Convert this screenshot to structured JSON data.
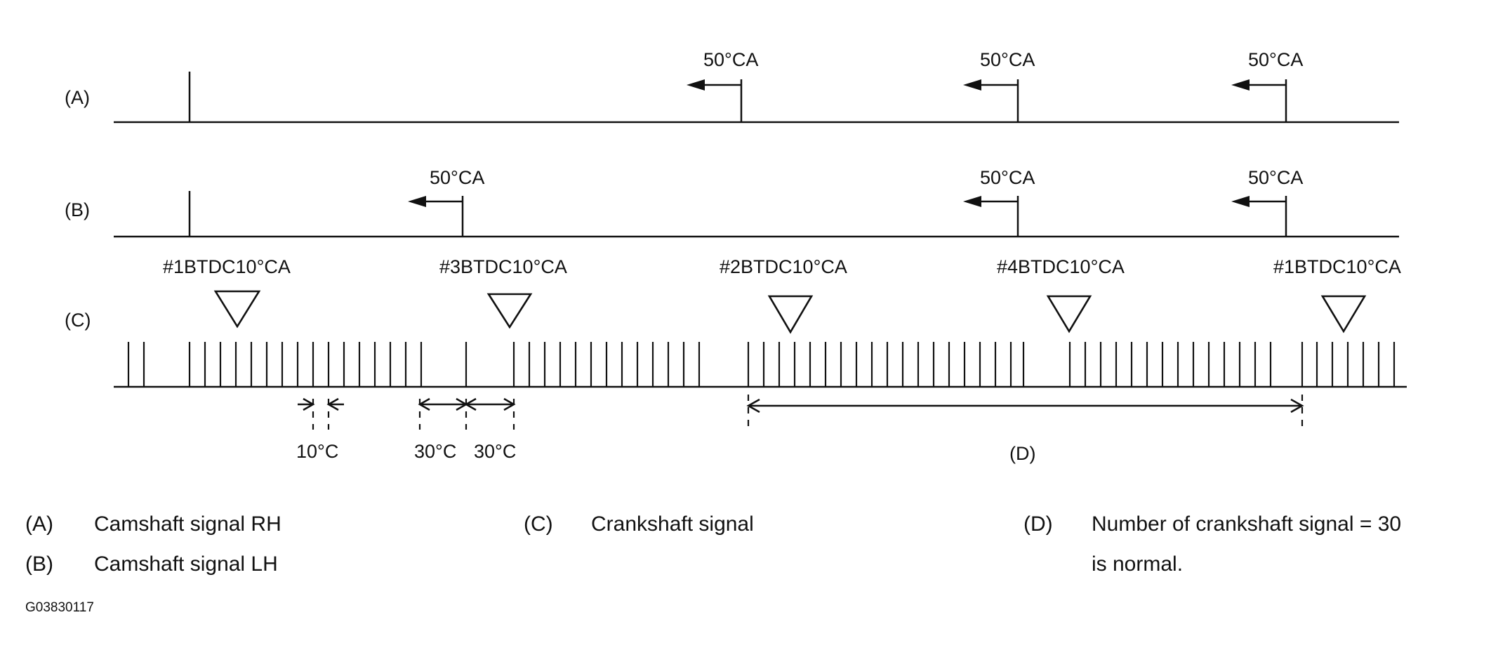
{
  "rows": {
    "a": {
      "tag": "(A)",
      "marker": "50°CA"
    },
    "b": {
      "tag": "(B)",
      "marker": "50°CA"
    },
    "c": {
      "tag": "(C)"
    }
  },
  "tdc_labels": [
    "#1BTDC10°CA",
    "#3BTDC10°CA",
    "#2BTDC10°CA",
    "#4BTDC10°CA",
    "#1BTDC10°CA"
  ],
  "dimensions": {
    "tooth_spacing": "10°C",
    "gap_before": "30°C",
    "gap_after": "30°C",
    "span_tag": "(D)"
  },
  "legend": {
    "a": {
      "key": "(A)",
      "text": "Camshaft signal RH"
    },
    "b": {
      "key": "(B)",
      "text": "Camshaft signal LH"
    },
    "c": {
      "key": "(C)",
      "text": "Crankshaft signal"
    },
    "d": {
      "key": "(D)",
      "line1": "Number of crankshaft signal = 30",
      "line2": "is normal."
    }
  },
  "figure_id": "G03830117"
}
